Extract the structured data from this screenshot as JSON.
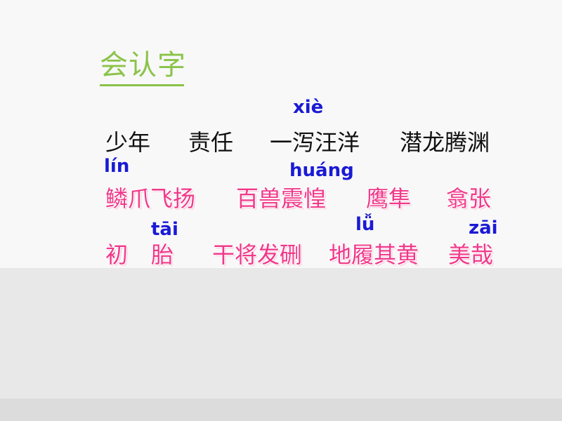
{
  "title": "会认字",
  "row1": {
    "words": [
      "少年",
      "责任",
      "一泻汪洋",
      "潜龙腾渊"
    ],
    "pinyin": [
      "xiè"
    ]
  },
  "row2": {
    "words": [
      "鳞爪飞扬",
      "百兽震惶",
      "鹰隼",
      "翕张"
    ],
    "pinyin": [
      "lín",
      "huáng"
    ]
  },
  "row3": {
    "words": [
      "初",
      "胎",
      "干将发硎",
      "地履其黄",
      "美哉"
    ],
    "pinyin": [
      "tāi",
      "lǚ",
      "zāi"
    ]
  },
  "colors": {
    "title": "#8bc34a",
    "row1_text": "#111111",
    "highlight_text": "#f0398a",
    "pinyin": "#1a1ad6"
  }
}
